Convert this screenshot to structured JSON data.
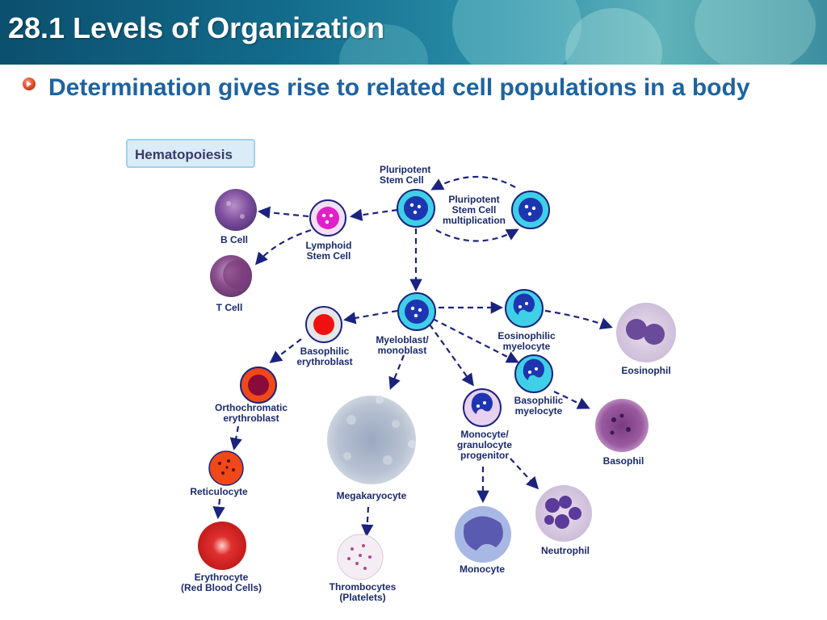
{
  "slide": {
    "title": "28.1 Levels of Organization",
    "bullet": "Determination gives rise to related cell populations in a body",
    "colors": {
      "title_text": "#ffffff",
      "bullet_text": "#1e63a0",
      "bullet_icon": "#d8401c",
      "arrow": "#1a237e"
    }
  },
  "diagram": {
    "title": "Hematopoiesis",
    "labels": {
      "pluripotent_stem_cell": [
        "Pluripotent",
        "Stem Cell"
      ],
      "multiplication": [
        "Pluripotent",
        "Stem Cell",
        "multiplication"
      ],
      "lymphoid_stem_cell": [
        "Lymphoid",
        "Stem Cell"
      ],
      "b_cell": [
        "B Cell"
      ],
      "t_cell": [
        "T Cell"
      ],
      "myeloblast": [
        "Myeloblast/",
        "monoblast"
      ],
      "basophilic_erythroblast": [
        "Basophilic",
        "erythroblast"
      ],
      "orthochromatic_erythroblast": [
        "Orthochromatic",
        "erythroblast"
      ],
      "reticulocyte": [
        "Reticulocyte"
      ],
      "erythrocyte": [
        "Erythrocyte",
        "(Red Blood Cells)"
      ],
      "megakaryocyte": [
        "Megakaryocyte"
      ],
      "thrombocytes": [
        "Thrombocytes",
        "(Platelets)"
      ],
      "monocyte_progenitor": [
        "Monocyte/",
        "granulocyte",
        "progenitor"
      ],
      "monocyte": [
        "Monocyte"
      ],
      "neutrophil": [
        "Neutrophil"
      ],
      "eosinophilic_myelocyte": [
        "Eosinophilic",
        "myelocyte"
      ],
      "eosinophil": [
        "Eosinophil"
      ],
      "basophilic_myelocyte": [
        "Basophilic",
        "myelocyte"
      ],
      "basophil": [
        "Basophil"
      ]
    }
  }
}
